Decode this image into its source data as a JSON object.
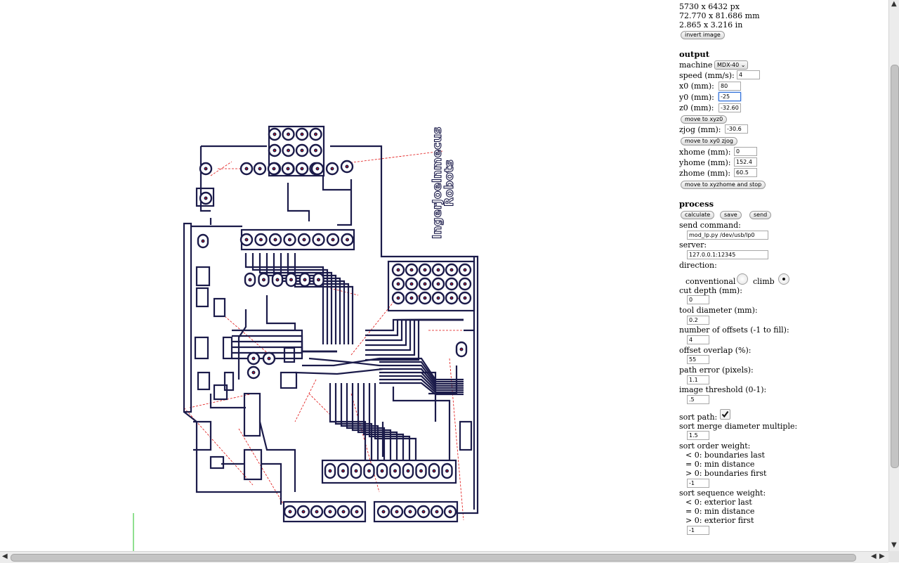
{
  "image_info": {
    "pixels": "5730 x 6432 px",
    "mm": "72.770 x 81.686 mm",
    "inches": "2.865 x 3.216 in",
    "invert_label": "invert image"
  },
  "output": {
    "heading": "output",
    "machine_label": "machine",
    "machine_value": "MDX-40",
    "speed_label": "speed (mm/s):",
    "speed_value": "4",
    "x0_label": "x0 (mm):",
    "x0_value": "80",
    "y0_label": "y0 (mm):",
    "y0_value": "-25",
    "z0_label": "z0 (mm):",
    "z0_value": "-32.60",
    "move_xyz0_label": "move to xyz0",
    "zjog_label": "zjog (mm):",
    "zjog_value": "-30.6",
    "move_xy0_zjog_label": "move to xy0 zjog",
    "xhome_label": "xhome (mm):",
    "xhome_value": "0",
    "yhome_label": "yhome (mm):",
    "yhome_value": "152.4",
    "zhome_label": "zhome (mm):",
    "zhome_value": "60.5",
    "move_home_label": "move to xyzhome and stop"
  },
  "process": {
    "heading": "process",
    "calculate_label": "calculate",
    "save_label": "save",
    "send_label": "send",
    "send_command_label": "send command:",
    "send_command_value": "mod_lp.py /dev/usb/lp0",
    "server_label": "server:",
    "server_value": "127.0.0.1:12345",
    "direction_label": "direction:",
    "conventional_label": "conventional",
    "climb_label": "climb",
    "direction_selected": "climb",
    "cut_depth_label": "cut depth (mm):",
    "cut_depth_value": "0",
    "tool_diameter_label": "tool diameter (mm):",
    "tool_diameter_value": "0.2",
    "offsets_label": "number of offsets (-1 to fill):",
    "offsets_value": "4",
    "overlap_label": "offset overlap (%):",
    "overlap_value": "55",
    "path_error_label": "path error (pixels):",
    "path_error_value": "1.1",
    "threshold_label": "image threshold (0-1):",
    "threshold_value": ".5",
    "sort_path_label": "sort path:",
    "sort_path_checked": true,
    "sort_merge_label": "sort merge diameter multiple:",
    "sort_merge_value": "1.5",
    "sort_order_label": "sort order weight:",
    "sort_order_lines": [
      "< 0: boundaries last",
      "= 0: min distance",
      "> 0: boundaries first"
    ],
    "sort_order_value": "-1",
    "sort_seq_label": "sort sequence weight:",
    "sort_seq_lines": [
      "< 0: exterior last",
      "= 0: min distance",
      "> 0: exterior first"
    ],
    "sort_seq_value": "-1"
  },
  "board": {
    "vertical_text": "IngerJoelnmecus\nRobots"
  },
  "colors": {
    "trace": "#1b1b4a",
    "rapid": "#e01010",
    "axis": "#20c020"
  }
}
